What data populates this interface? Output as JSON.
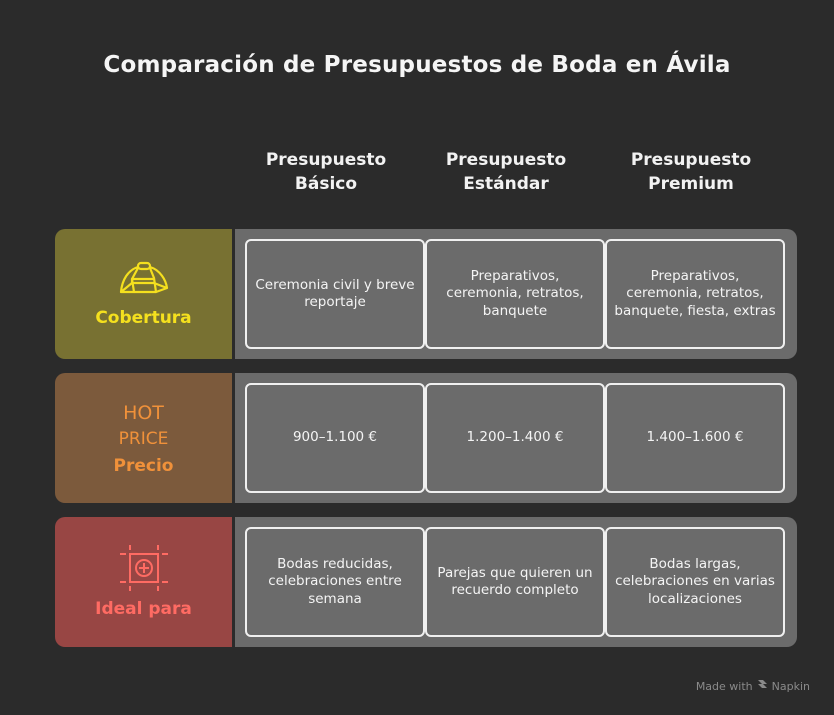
{
  "title": "Comparación de Presupuestos de Boda en Ávila",
  "columns": [
    "Presupuesto Básico",
    "Presupuesto Estándar",
    "Presupuesto Premium"
  ],
  "column_lines": [
    [
      "Presupuesto",
      "Básico"
    ],
    [
      "Presupuesto",
      "Estándar"
    ],
    [
      "Presupuesto",
      "Premium"
    ]
  ],
  "rows": [
    {
      "label": "Cobertura",
      "icon": "tent-icon",
      "color": "#f5e01e",
      "bg": "#787132",
      "cells": [
        "Ceremonia civil y breve reportaje",
        "Preparativos, ceremonia, retratos, banquete",
        "Preparativos, ceremonia, retratos, banquete, fiesta, extras"
      ]
    },
    {
      "label": "Precio",
      "icon": "hot-price-icon",
      "icon_text": [
        "HOT",
        "PRICE"
      ],
      "color": "#f0913a",
      "bg": "#7c5a3c",
      "cells": [
        "900–1.100 €",
        "1.200–1.400 €",
        "1.400–1.600 €"
      ]
    },
    {
      "label": "Ideal para",
      "icon": "focus-target-icon",
      "color": "#ff6b63",
      "bg": "#984644",
      "cells": [
        "Bodas reducidas, celebraciones entre semana",
        "Parejas que quieren un recuerdo completo",
        "Bodas largas, celebraciones en varias localizaciones"
      ]
    }
  ],
  "footer": {
    "made_with": "Made with",
    "brand": "Napkin"
  }
}
